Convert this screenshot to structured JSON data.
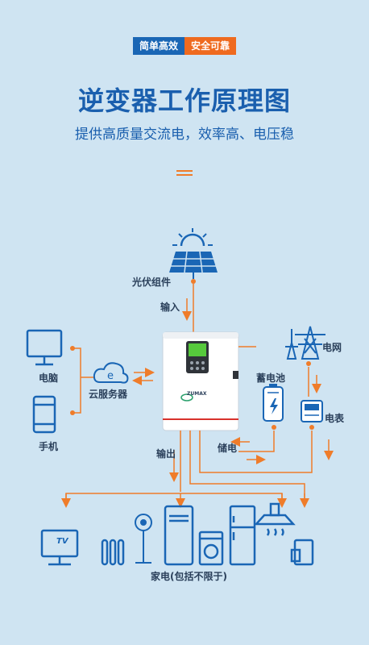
{
  "header": {
    "tag_left": "简单高效",
    "tag_right": "安全可靠",
    "title": "逆变器工作原理图",
    "subtitle": "提供高质量交流电，效率高、电压稳"
  },
  "labels": {
    "solar": "光伏组件",
    "input": "输入",
    "grid": "电网",
    "battery": "蓄电池",
    "meter": "电表",
    "computer": "电脑",
    "phone": "手机",
    "cloud": "云服务器",
    "output": "输出",
    "storage": "储电",
    "appliances": "家电(包括不限于)",
    "brand": "ZUMAX",
    "tv": "TV"
  },
  "colors": {
    "blue": "#1a66b5",
    "orange": "#ef7c2a",
    "background": "#cfe4f2"
  }
}
